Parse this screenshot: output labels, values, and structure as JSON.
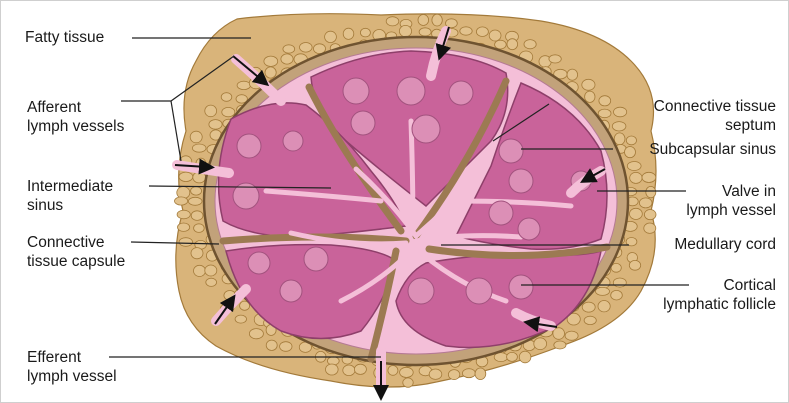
{
  "labels": {
    "fatty_tissue": "Fatty tissue",
    "afferent": "Afferent\nlymph vessels",
    "intermediate_sinus": "Intermediate\nsinus",
    "capsule": "Connective\ntissue capsule",
    "efferent": "Efferent\nlymph vessel",
    "septum": "Connective tissue\nseptum",
    "subcapsular_sinus": "Subcapsular sinus",
    "valve": "Valve in\nlymph vessel",
    "medullary_cord": "Medullary cord",
    "cortical_follicle": "Cortical\nlymphatic follicle"
  },
  "colors": {
    "fat_fill": "#d9b47a",
    "fat_stroke": "#a37a3a",
    "capsule": "#c2a27a",
    "sinus": "#f4bfd8",
    "parenchyma": "#c9639a",
    "follicle": "#dc8fb6",
    "leader": "#222222"
  }
}
